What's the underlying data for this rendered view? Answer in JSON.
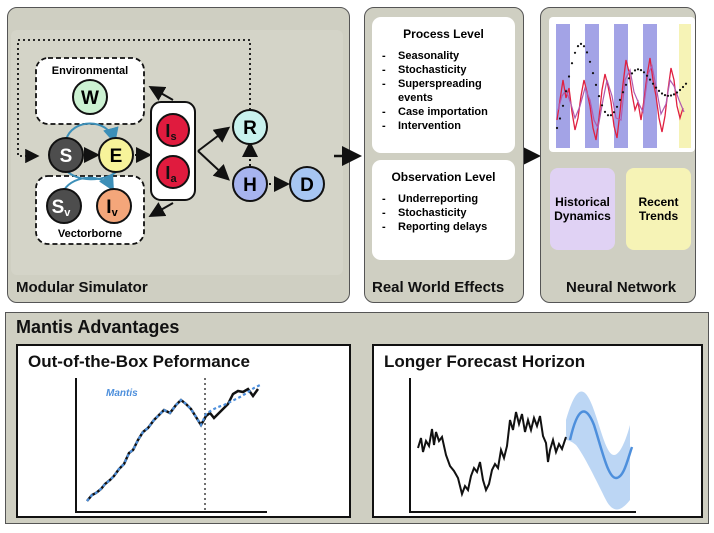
{
  "simulator": {
    "title": "Modular Simulator",
    "environmental_label": "Environmental",
    "vectorborne_label": "Vectorborne",
    "nodes": {
      "W": "W",
      "S": "S",
      "E": "E",
      "Sv_main": "S",
      "Sv_sub": "v",
      "Iv_main": "I",
      "Iv_sub": "v",
      "Is_main": "I",
      "Is_sub": "s",
      "Ia_main": "I",
      "Ia_sub": "a",
      "R": "R",
      "H": "H",
      "D": "D"
    },
    "colors": {
      "W": "#ccf2d2",
      "S": "#4d4d4d",
      "E": "#f7f39a",
      "Sv": "#4d4d4d",
      "Iv": "#f4a67a",
      "I": "#e01b3e",
      "R": "#c9f2ee",
      "H": "#a7b4ef",
      "D": "#a7c6f2",
      "panel": "#cfcfc2",
      "flow_arrow": "#3c8fb8"
    }
  },
  "real_world": {
    "title": "Real World Effects",
    "process": {
      "heading": "Process Level",
      "items": [
        "Seasonality",
        "Stochasticity",
        "Superspreading events",
        "Case importation",
        "Intervention"
      ]
    },
    "observation": {
      "heading": "Observation Level",
      "items": [
        "Underreporting",
        "Stochasticity",
        "Reporting delays"
      ]
    }
  },
  "neural_network": {
    "title": "Neural Network",
    "historical": "Historical Dynamics",
    "recent": "Recent Trends",
    "colors": {
      "historical": "#e0d2f4",
      "recent": "#f6f3b6",
      "band": "#a3a3e6"
    }
  },
  "advantages": {
    "title": "Mantis Advantages",
    "performance": {
      "title": "Out-of-the-Box Peformance",
      "mantis_label": "Mantis"
    },
    "horizon": {
      "title": "Longer Forecast Horizon"
    },
    "colors": {
      "mantis": "#4d8fdc",
      "band": "#bcd6f4",
      "truth": "#111111"
    }
  }
}
